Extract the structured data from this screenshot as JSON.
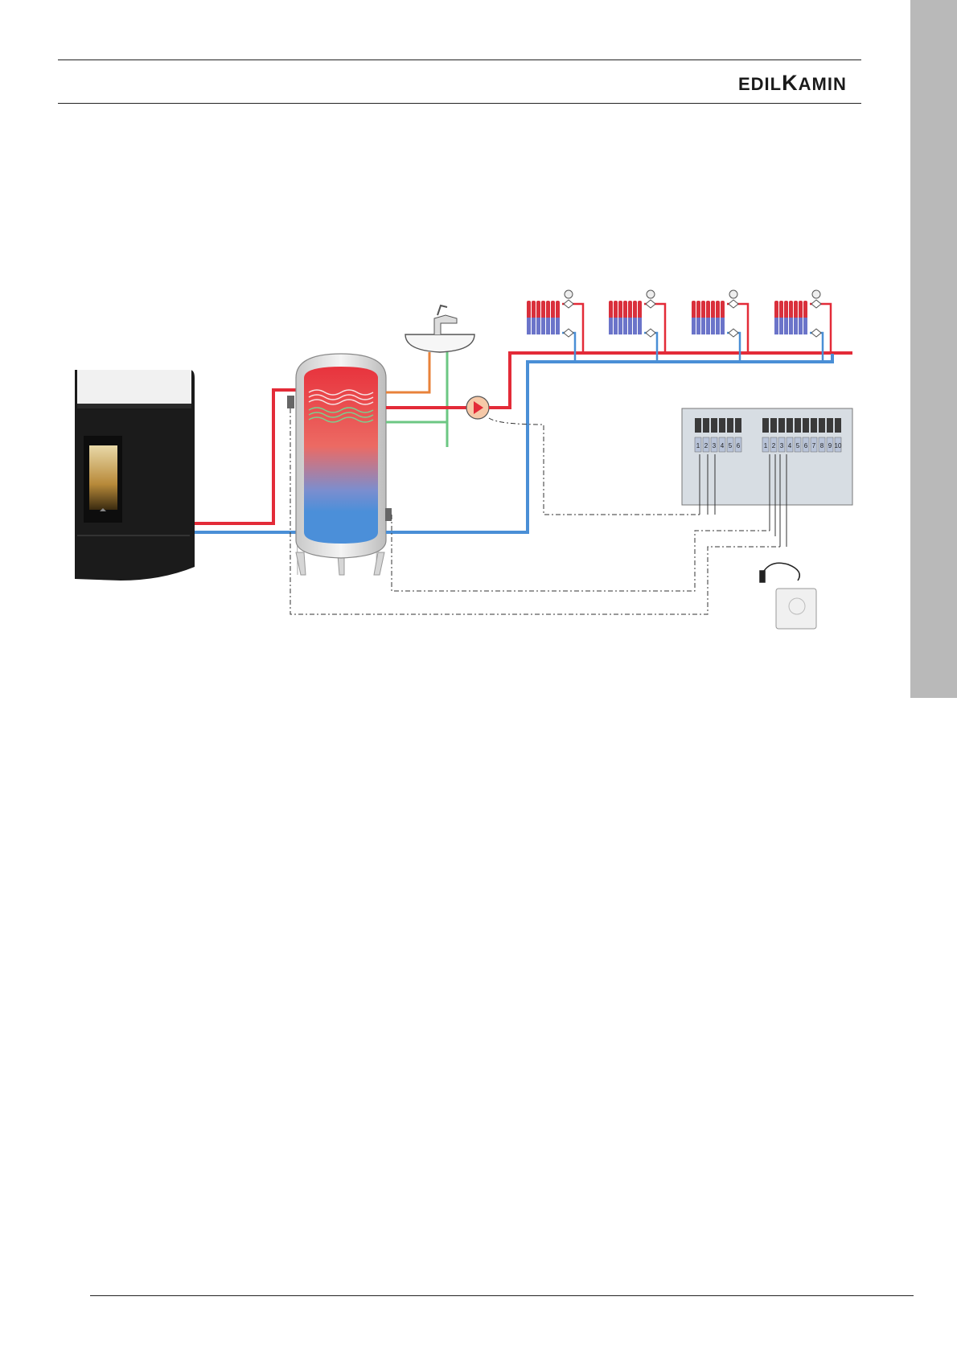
{
  "brand": {
    "logo_text": "EDILKAMIN",
    "logo_prefix": "EDIL",
    "logo_k": "K",
    "logo_suffix": "AMIN"
  },
  "colors": {
    "hot_pipe": "#e32b38",
    "cold_pipe": "#4a8fd6",
    "dhw_hot_pipe": "#e8823a",
    "dhw_cold_pipe": "#6cc783",
    "side_tab": "#b9b9b9",
    "control_box": "#d7dde3"
  },
  "diagram": {
    "components": [
      "pellet-stove",
      "puffer-tank",
      "sink",
      "circulation-pump",
      "radiators",
      "control-box",
      "room-thermostat",
      "temperature-probe"
    ],
    "radiator_count": 4,
    "terminal_block_left": [
      "1",
      "2",
      "3",
      "4",
      "5",
      "6"
    ],
    "terminal_block_right": [
      "1",
      "2",
      "3",
      "4",
      "5",
      "6",
      "7",
      "8",
      "9",
      "10"
    ]
  }
}
